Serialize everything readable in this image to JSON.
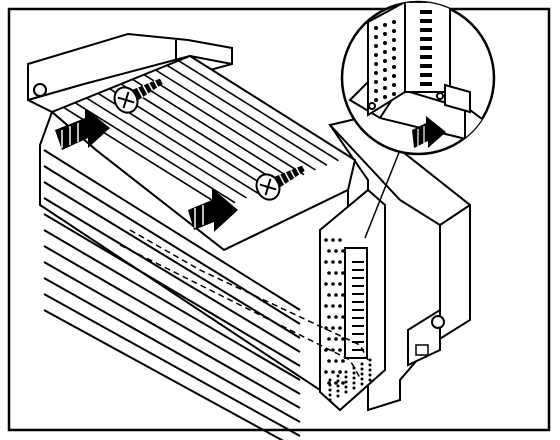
{
  "figure": {
    "subject": "amplifier-mounting-bracket",
    "stroke_color": "#000000",
    "background": "#ffffff",
    "screws": 2,
    "arrows": 3,
    "detail_callout": true
  }
}
